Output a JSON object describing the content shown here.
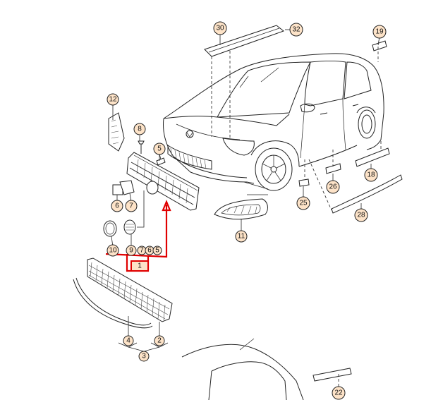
{
  "callouts": {
    "c1": "1",
    "c2": "2",
    "c3": "3",
    "c4": "4",
    "c5a": "5",
    "c5b": "5",
    "c6a": "6",
    "c6b": "6",
    "c7a": "7",
    "c7b": "7",
    "c8": "8",
    "c9": "9",
    "c10": "10",
    "c11": "11",
    "c12": "12",
    "c18": "18",
    "c19": "19",
    "c22": "22",
    "c25": "25",
    "c26": "26",
    "c28": "28",
    "c30": "30",
    "c32": "32"
  },
  "colors": {
    "callout_fill": "#fde3c8",
    "highlight": "#e00000",
    "line": "#222222"
  }
}
